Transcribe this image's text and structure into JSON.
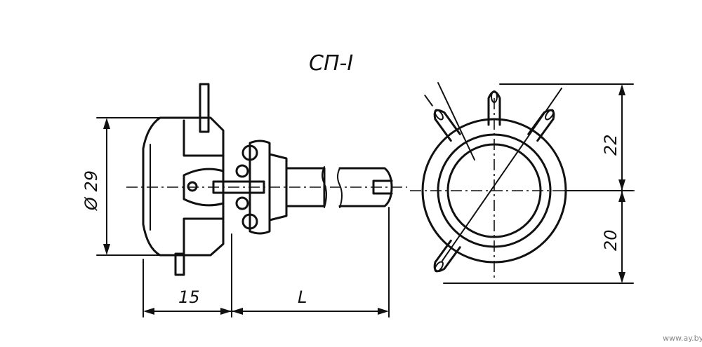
{
  "title": "СП-I",
  "dimensions": {
    "diameter": "Ø 29",
    "body_length": "15",
    "shaft_length": "L",
    "upper_height": "22",
    "lower_height": "20"
  },
  "watermark": "www.ay.by",
  "colors": {
    "ink": "#111111",
    "background": "#ffffff"
  }
}
